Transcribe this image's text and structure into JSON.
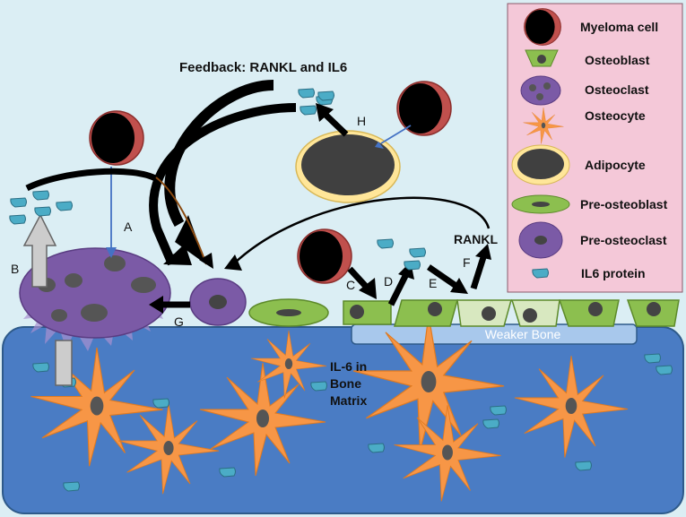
{
  "labels": {
    "feedback": "Feedback: RANKL and IL6",
    "a": "A",
    "b": "B",
    "c": "C",
    "d": "D",
    "e": "E",
    "f": "F",
    "g": "G",
    "h": "H",
    "rankl": "RANKL",
    "weaker_bone": "Weaker Bone",
    "il6_line1": "IL-6 in",
    "il6_line2": "Bone",
    "il6_line3": "Matrix"
  },
  "legend": {
    "items": [
      {
        "label": "Myeloma cell",
        "icon": "myeloma-cell-icon"
      },
      {
        "label": "Osteoblast",
        "icon": "osteoblast-icon"
      },
      {
        "label": "Osteoclast",
        "icon": "osteoclast-icon"
      },
      {
        "label": "Osteocyte",
        "icon": "osteocyte-icon"
      },
      {
        "label": "Adipocyte",
        "icon": "adipocyte-icon"
      },
      {
        "label": "Pre-osteoblast",
        "icon": "pre-osteoblast-icon"
      },
      {
        "label": "Pre-osteoclast",
        "icon": "pre-osteoclast-icon"
      },
      {
        "label": "IL6 protein",
        "icon": "il6-protein-icon"
      }
    ]
  },
  "colors": {
    "background": "#dbeef4",
    "bone": "#4a7cc4",
    "bone_stroke": "#2e5a8a",
    "weaker_bone": "#a8c8ec",
    "legend_bg": "#f4c8d8",
    "myeloma_red": "#c0504d",
    "osteoblast_green": "#8cbf4f",
    "osteoclast_purple": "#7b5aa6",
    "osteocyte_orange": "#f79646",
    "adipocyte_yellow": "#ffe699",
    "il6_teal": "#4bacc6",
    "dark_gray": "#404040"
  }
}
